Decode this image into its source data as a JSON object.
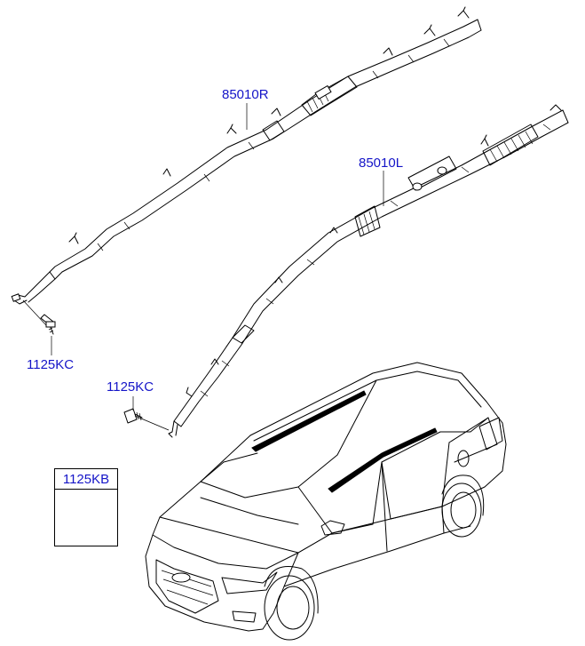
{
  "colors": {
    "callout": "#1515c8",
    "line": "#000000",
    "background": "#ffffff"
  },
  "callouts": {
    "airbag_right": "85010R",
    "airbag_left": "85010L",
    "bolt_upper": "1125KC",
    "bolt_lower": "1125KC",
    "inset_bolt": "1125KB"
  },
  "icons": [
    "bolt-icon",
    "car-icon",
    "curtain-airbag-icon"
  ]
}
